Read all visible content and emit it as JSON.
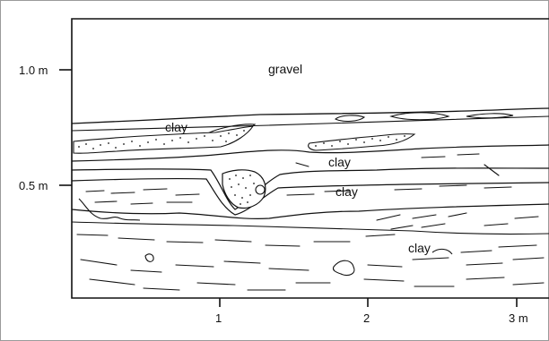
{
  "axes": {
    "y_ticks": [
      {
        "label": "1.0 m",
        "value": 1.0
      },
      {
        "label": "0.5 m",
        "value": 0.5
      }
    ],
    "x_ticks": [
      {
        "label": "1",
        "value": 1
      },
      {
        "label": "2",
        "value": 2
      },
      {
        "label": "3 m",
        "value": 3
      }
    ]
  },
  "layers": {
    "gravel": "gravel",
    "clay_top": "clay",
    "clay_mid": "clay",
    "clay_lower": "clay",
    "clay_bottom": "clay"
  }
}
